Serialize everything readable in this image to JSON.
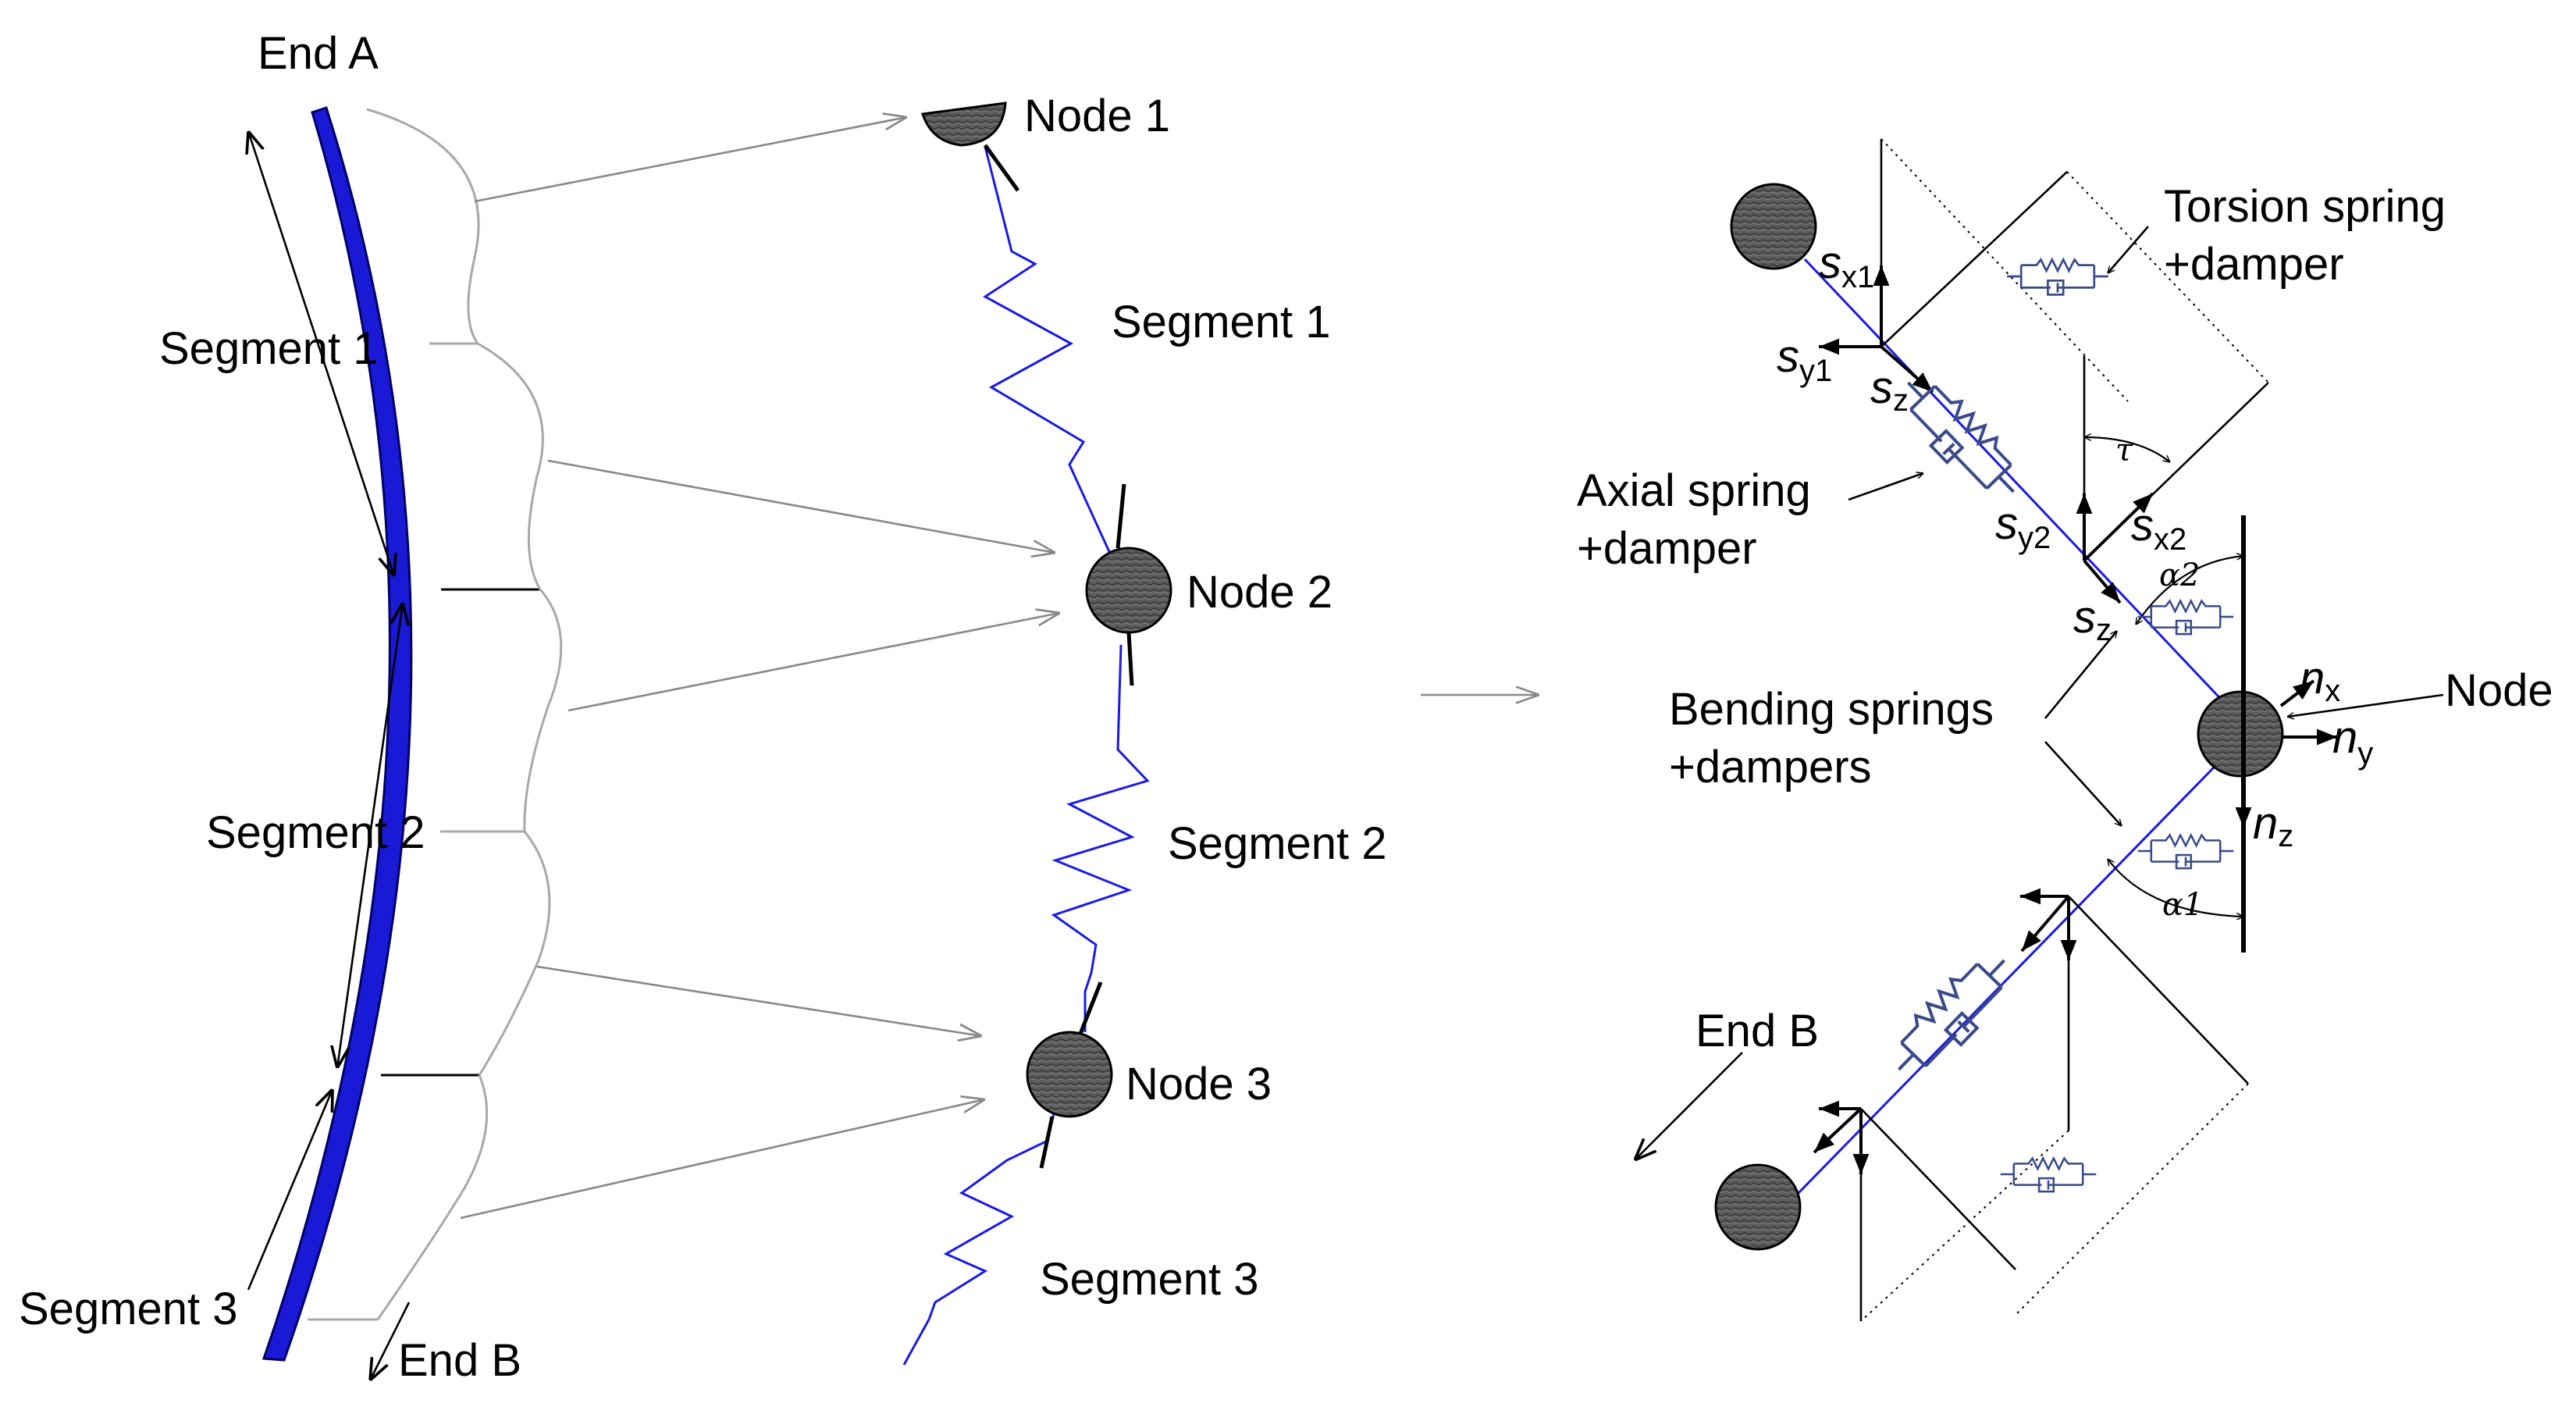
{
  "colors": {
    "beam": "#1a1ad6",
    "beam_outline": "#000066",
    "spring": "#1a1ae6",
    "guide": "#a8a8a8",
    "arrow": "#888888",
    "node_fill": "#5a5a5a",
    "ink": "#000000",
    "damper": "#3a4a8a"
  },
  "left": {
    "end_a": "End A",
    "end_b": "End B",
    "segments": [
      "Segment 1",
      "Segment 2",
      "Segment 3"
    ]
  },
  "middle": {
    "nodes": [
      "Node 1",
      "Node 2",
      "Node 3"
    ],
    "segments": [
      "Segment 1",
      "Segment 2",
      "Segment 3"
    ]
  },
  "right": {
    "torsion": [
      "Torsion spring",
      "+damper"
    ],
    "axial": [
      "Axial spring",
      "+damper"
    ],
    "bending": [
      "Bending springs",
      "+dampers"
    ],
    "node": "Node",
    "end_b": "End B",
    "symbols": {
      "s": "s",
      "n": "n",
      "x1": "x1",
      "y1": "y1",
      "z": "z",
      "x2": "x2",
      "y2": "y2",
      "x": "x",
      "y": "y",
      "tau": "τ",
      "alpha2": "α2",
      "alpha1": "α1"
    }
  }
}
